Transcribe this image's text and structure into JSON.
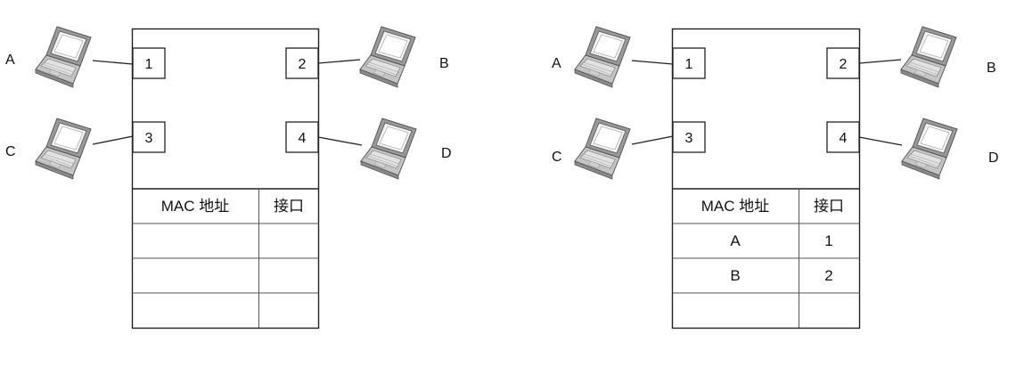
{
  "diagrams": [
    {
      "hosts": {
        "A": "A",
        "B": "B",
        "C": "C",
        "D": "D"
      },
      "ports": [
        "1",
        "2",
        "3",
        "4"
      ],
      "table": {
        "headers": [
          "MAC 地址",
          "接口"
        ],
        "rows": [
          [
            "",
            ""
          ],
          [
            "",
            ""
          ],
          [
            "",
            ""
          ]
        ]
      }
    },
    {
      "hosts": {
        "A": "A",
        "B": "B",
        "C": "C",
        "D": "D"
      },
      "ports": [
        "1",
        "2",
        "3",
        "4"
      ],
      "table": {
        "headers": [
          "MAC 地址",
          "接口"
        ],
        "rows": [
          [
            "A",
            "1"
          ],
          [
            "B",
            "2"
          ],
          [
            "",
            ""
          ]
        ]
      }
    }
  ]
}
